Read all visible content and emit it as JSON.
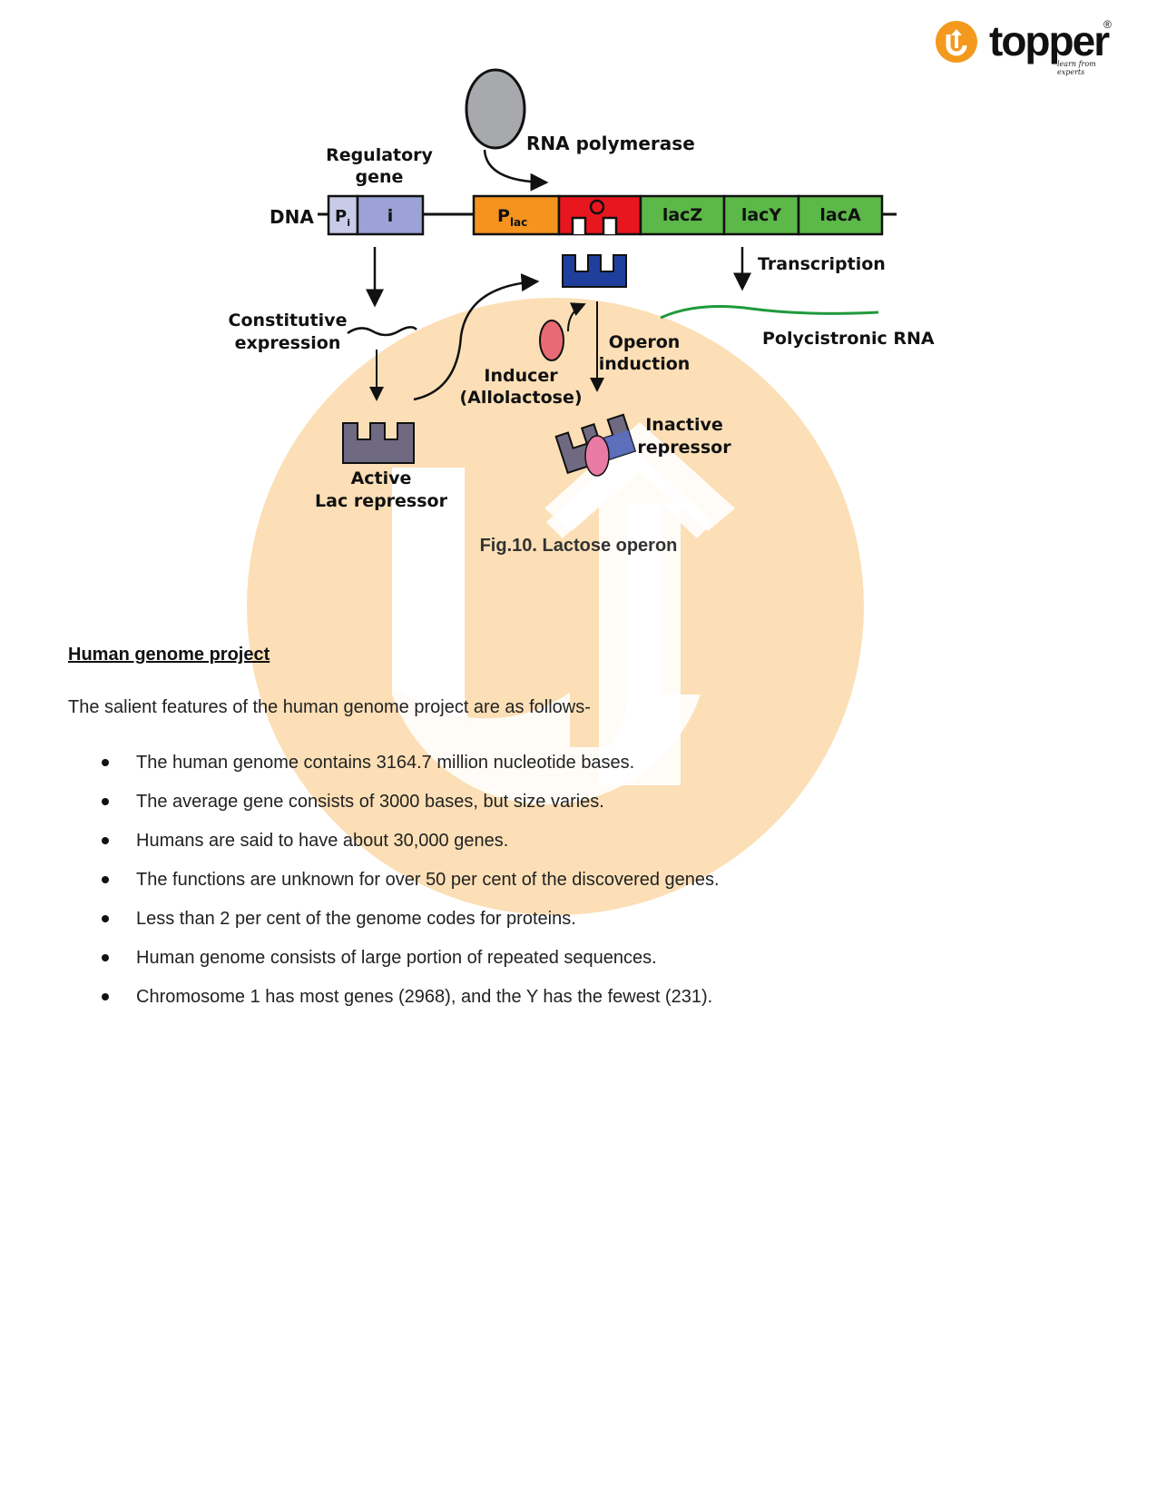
{
  "brand": {
    "name": "topper",
    "tagline": "learn from experts",
    "registered": "®",
    "watermark_color": "#fbd9a9",
    "accent": "#f39a1e"
  },
  "figure": {
    "labels": {
      "regulatory_gene_1": "Regulatory",
      "regulatory_gene_2": "gene",
      "dna": "DNA",
      "p": "P",
      "p_sub": "i",
      "i": "i",
      "plac": "P",
      "plac_sub": "lac",
      "o": "O",
      "lacz": "lacZ",
      "lacy": "lacY",
      "laca": "lacA",
      "rna_polymerase": "RNA polymerase",
      "transcription": "Transcription",
      "constitutive_1": "Constitutive",
      "constitutive_2": "expression",
      "polycistronic": "Polycistronic RNA",
      "operon_1": "Operon",
      "operon_2": "induction",
      "inducer_1": "Inducer",
      "inducer_2": "(Allolactose)",
      "inactive_1": "Inactive",
      "inactive_2": "repressor",
      "active_1": "Active",
      "active_2": "Lac repressor"
    },
    "colors": {
      "regulatory": "#9ca2d6",
      "promoter": "#f4931e",
      "operator": "#e8161e",
      "structural": "#5cb848",
      "repressor_blue": "#1f3f9c",
      "repressor_gray": "#6f6a82",
      "inducer": "#e86a74",
      "rna": "#1e9a3c",
      "polymerase": "#a7a9ac"
    },
    "caption": "Fig.10. Lactose operon"
  },
  "section": {
    "title": "Human genome project",
    "intro": "The salient features of the human genome project are as follows-",
    "features": [
      "The human genome contains 3164.7 million nucleotide bases.",
      "The average gene consists of 3000 bases, but size varies.",
      "Humans are said to have about 30,000 genes.",
      "The functions are unknown for over 50 per cent of the discovered genes.",
      "Less than 2 per cent of the genome codes for proteins.",
      "Human genome consists of large portion of repeated sequences.",
      "Chromosome 1 has most genes (2968), and the Y has the fewest (231)."
    ]
  }
}
